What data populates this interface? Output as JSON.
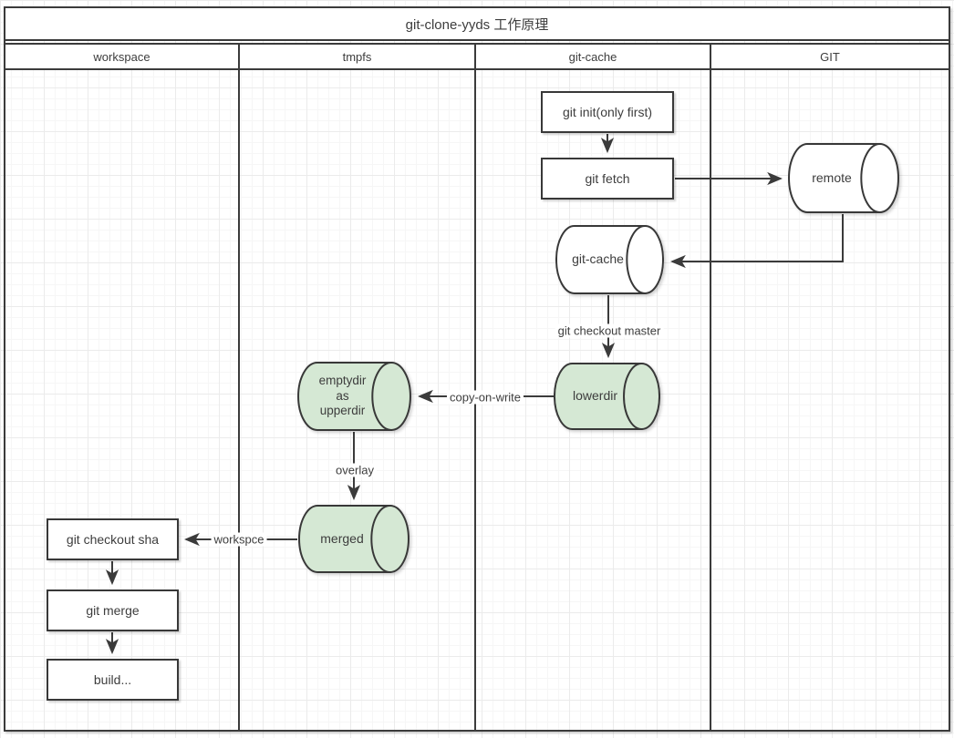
{
  "title": "git-clone-yyds 工作原理",
  "lanes": [
    {
      "label": "workspace"
    },
    {
      "label": "tmpfs"
    },
    {
      "label": "git-cache"
    },
    {
      "label": "GIT"
    }
  ],
  "nodes": {
    "git_init": {
      "label": "git init(only first)"
    },
    "git_fetch": {
      "label": "git fetch"
    },
    "remote": {
      "label": "remote"
    },
    "git_cache": {
      "label": "git-cache"
    },
    "lowerdir": {
      "label": "lowerdir"
    },
    "emptydir": {
      "label": "emptydir\nas\nupperdir"
    },
    "merged": {
      "label": "merged"
    },
    "git_checkout_sha": {
      "label": "git checkout sha"
    },
    "git_merge": {
      "label": "git merge"
    },
    "build": {
      "label": "build..."
    }
  },
  "edges": {
    "checkout_master": {
      "label": "git checkout master"
    },
    "copy_on_write": {
      "label": "copy-on-write"
    },
    "overlay": {
      "label": "overlay"
    },
    "workspce": {
      "label": "workspce"
    }
  },
  "colors": {
    "green_fill": "#d5e8d4",
    "white_fill": "#ffffff",
    "stroke": "#3b3b3b"
  }
}
